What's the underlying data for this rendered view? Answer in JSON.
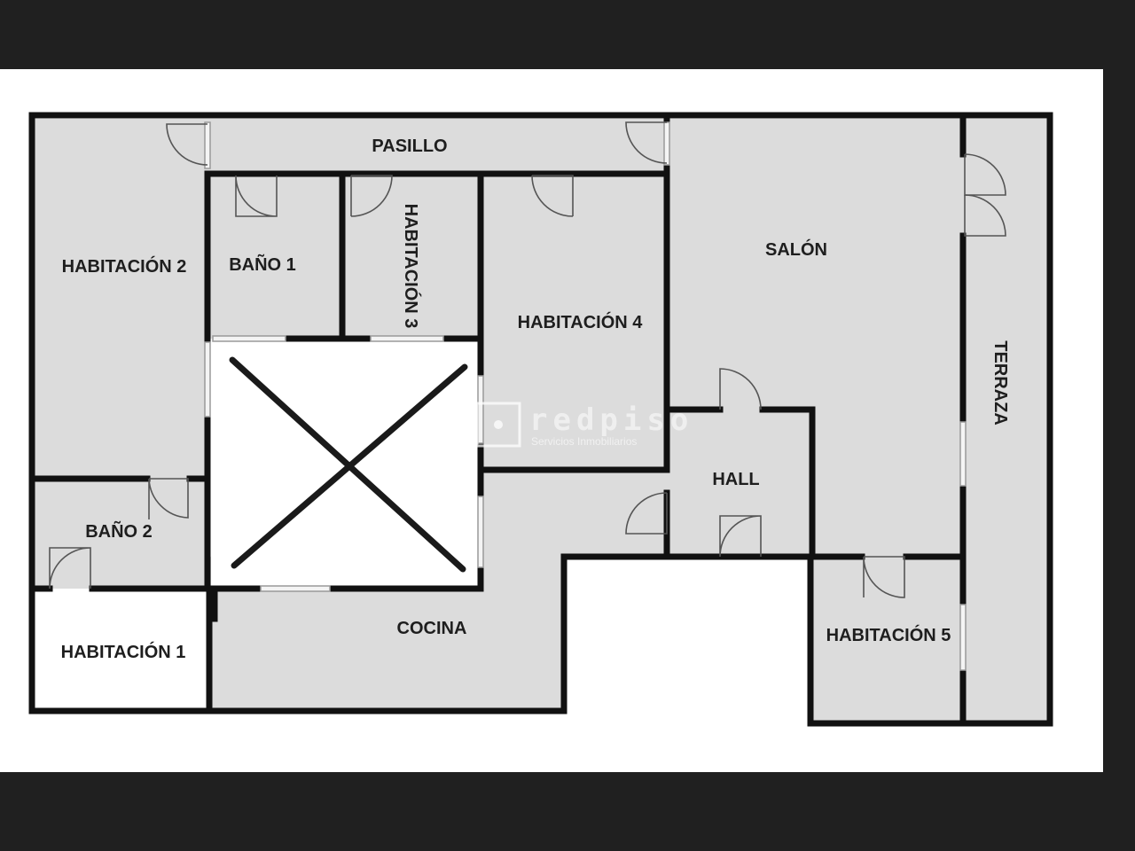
{
  "colors": {
    "background": "#202020",
    "sheet": "#ffffff",
    "room_fill": "#dcdcdc",
    "wall": "#111111",
    "door": "#555555"
  },
  "rooms": {
    "pasillo": "PASILLO",
    "habitacion_2": "HABITACIÓN 2",
    "bano_1": "BAÑO 1",
    "habitacion_3": "HABITACIÓN 3",
    "habitacion_4": "HABITACIÓN 4",
    "salon": "SALÓN",
    "terraza": "TERRAZA",
    "hall": "HALL",
    "bano_2": "BAÑO 2",
    "habitacion_1": "HABITACIÓN 1",
    "cocina": "COCINA",
    "habitacion_5": "HABITACIÓN 5"
  },
  "watermark": {
    "brand": "redpiso",
    "tagline": "Servicios Inmobiliarios"
  }
}
